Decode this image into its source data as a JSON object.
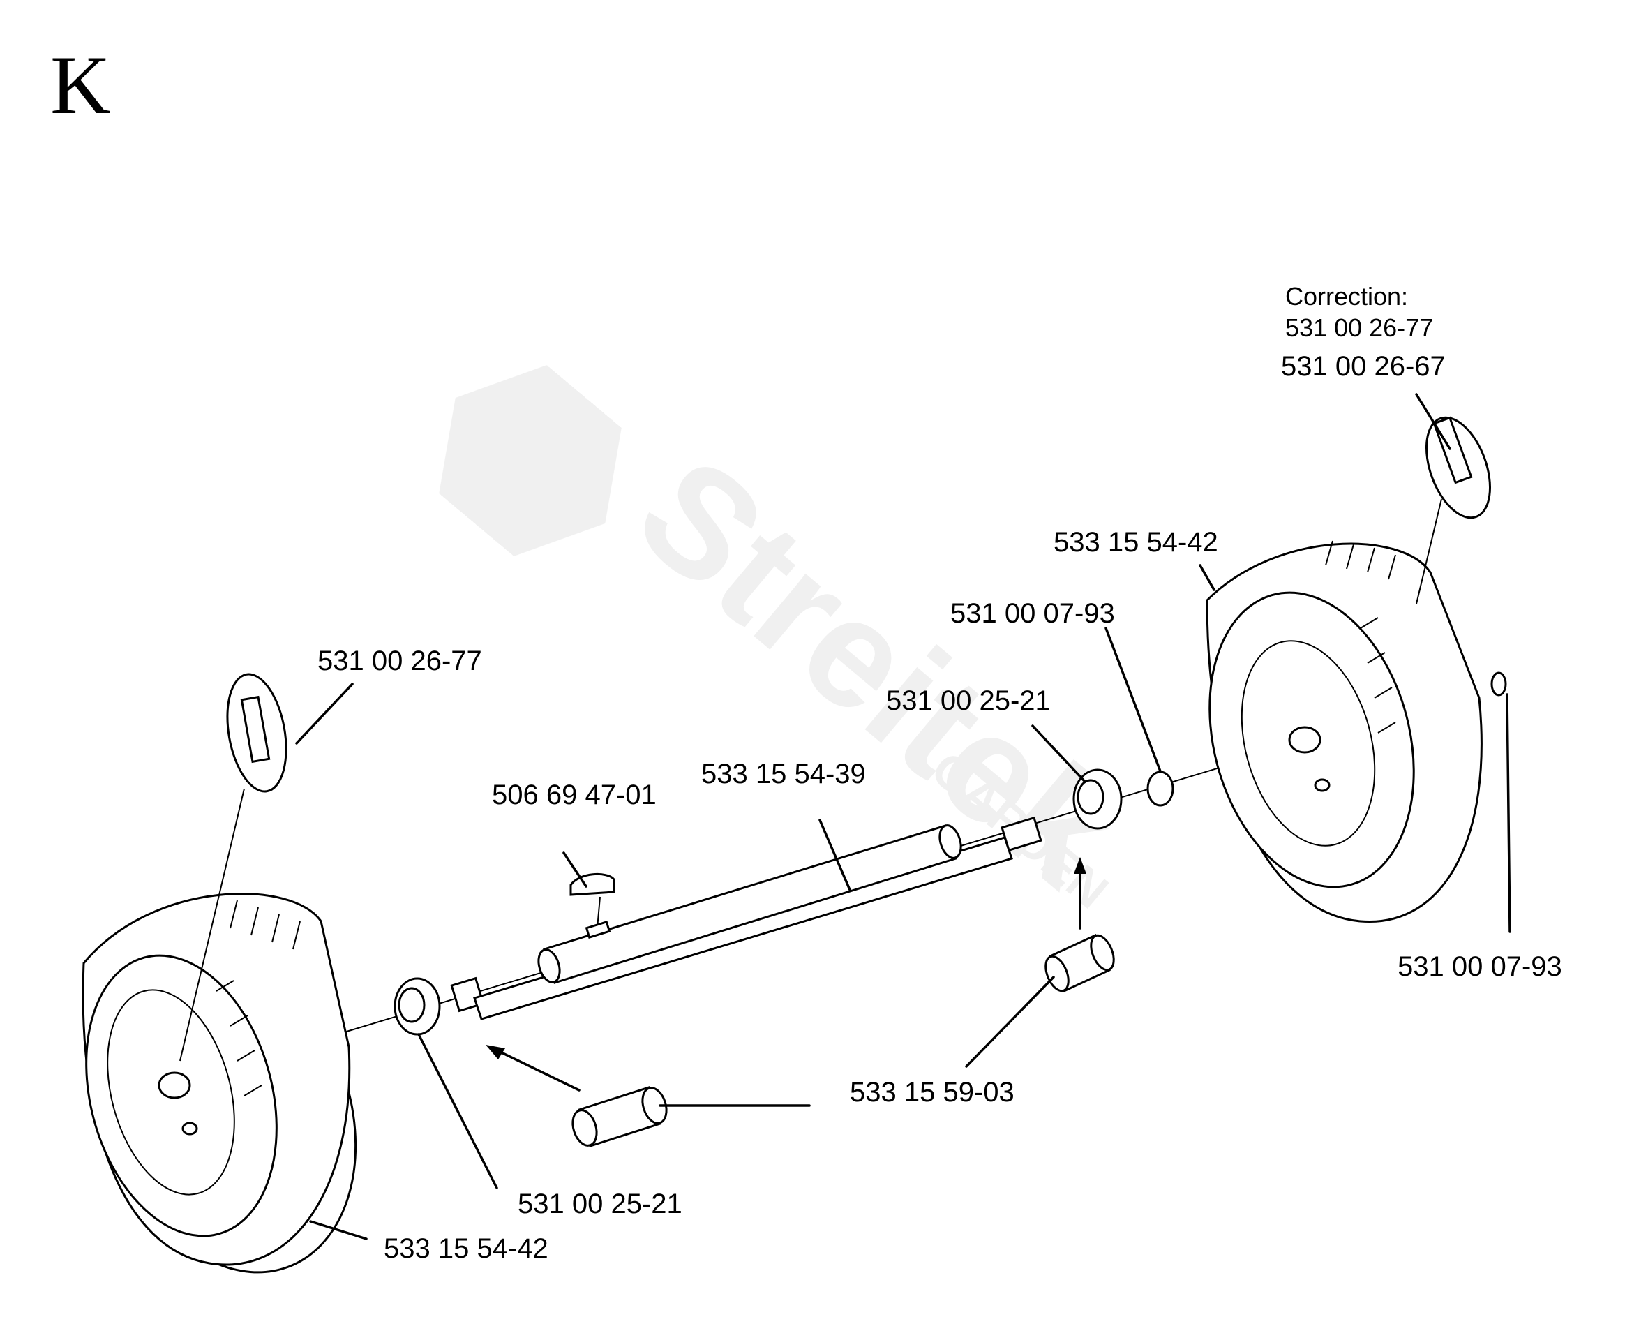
{
  "section": {
    "letter": "K"
  },
  "watermark": {
    "text": "Streitek",
    "subtext": "GARDEN",
    "icon": "streitek-logo-icon"
  },
  "labels": {
    "correction_title": "Correction:",
    "correction_number": "531 00 26-77",
    "top_right_pin": "531 00 26-67",
    "right_wheel": "533 15 54-42",
    "right_washer_top": "531 00 07-93",
    "right_bushing": "531 00 25-21",
    "axle": "533 15 54-39",
    "key": "506 69 47-01",
    "left_pin": "531 00 26-77",
    "right_washer_far": "531 00 07-93",
    "spacer": "533 15 59-03",
    "left_bushing": "531 00 25-21",
    "left_wheel": "533 15 54-42"
  }
}
